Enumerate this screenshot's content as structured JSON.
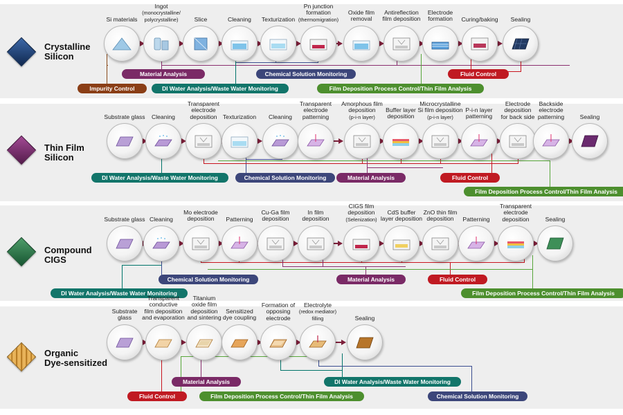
{
  "rows": [
    {
      "id": "crystalline",
      "title": "Crystalline\nSilicon",
      "diamond_color": "#1f3e6e",
      "stages": [
        {
          "label": "Si materials",
          "sub": "",
          "icon": "powder-pile-icon"
        },
        {
          "label": "Ingot",
          "sub": "(monocrystalline/\npolycrystalline)",
          "icon": "ingot-icon"
        },
        {
          "label": "Slice",
          "sub": "",
          "icon": "wafer-slice-icon"
        },
        {
          "label": "Cleaning",
          "sub": "",
          "icon": "cleaning-bath-icon"
        },
        {
          "label": "Texturization",
          "sub": "",
          "icon": "texturization-tank-icon"
        },
        {
          "label": "Pn junction\nformation",
          "sub": "(thermomigration)",
          "icon": "furnace-icon"
        },
        {
          "label": "Oxide film\nremoval",
          "sub": "",
          "icon": "etch-bath-icon"
        },
        {
          "label": "Antireflection\nfilm deposition",
          "sub": "",
          "icon": "deposition-chamber-icon"
        },
        {
          "label": "Electrode\nformation",
          "sub": "",
          "icon": "electrode-print-icon"
        },
        {
          "label": "Curing/baking",
          "sub": "",
          "icon": "oven-icon"
        },
        {
          "label": "Sealing",
          "sub": "",
          "icon": "solar-cell-icon"
        }
      ],
      "tags": [
        {
          "label": "Material Analysis",
          "color": "#7a2a66"
        },
        {
          "label": "Chemical Solution Monitoring",
          "color": "#3c467a"
        },
        {
          "label": "Fluid Control",
          "color": "#c01a22"
        },
        {
          "label": "Impurity Control",
          "color": "#8a3e16"
        },
        {
          "label": "DI Water Analysis/Waste Water Monitoring",
          "color": "#12756a"
        },
        {
          "label": "Film Deposition Process Control/Thin Film Analysis",
          "color": "#4d8f2e"
        }
      ]
    },
    {
      "id": "thinfilm",
      "title": "Thin Film\nSilicon",
      "diamond_color": "#7b2a6e",
      "stages": [
        {
          "label": "Substrate glass",
          "sub": "",
          "icon": "glass-substrate-icon"
        },
        {
          "label": "Cleaning",
          "sub": "",
          "icon": "cleaning-spray-icon"
        },
        {
          "label": "Transparent\nelectrode\ndeposition",
          "sub": "",
          "icon": "deposition-chamber-icon"
        },
        {
          "label": "Texturization",
          "sub": "",
          "icon": "texturization-tank-icon"
        },
        {
          "label": "Cleaning",
          "sub": "",
          "icon": "cleaning-spray-icon"
        },
        {
          "label": "Transparent\nelectrode\npatterning",
          "sub": "",
          "icon": "laser-patterning-icon"
        },
        {
          "label": "Amorphous film\ndeposition",
          "sub": "(p-i-n layer)",
          "icon": "deposition-chamber-icon"
        },
        {
          "label": "Buffer layer\ndeposition",
          "sub": "",
          "icon": "layer-stack-icon"
        },
        {
          "label": "Microcrystalline\nSi film deposition",
          "sub": "(p-i-n layer)",
          "icon": "deposition-chamber-icon"
        },
        {
          "label": "P-i-n layer\npatterning",
          "sub": "",
          "icon": "laser-patterning-icon"
        },
        {
          "label": "Electrode\ndeposition\nfor back side",
          "sub": "",
          "icon": "deposition-chamber-icon"
        },
        {
          "label": "Backside\nelectrode\npatterning",
          "sub": "",
          "icon": "laser-patterning-icon"
        },
        {
          "label": "Sealing",
          "sub": "",
          "icon": "thin-panel-icon"
        }
      ],
      "tags": [
        {
          "label": "DI Water Analysis/Waste Water Monitoring",
          "color": "#12756a"
        },
        {
          "label": "Chemical Solution Monitoring",
          "color": "#3c467a"
        },
        {
          "label": "Material Analysis",
          "color": "#7a2a66"
        },
        {
          "label": "Fluid Control",
          "color": "#c01a22"
        },
        {
          "label": "Film Deposition Process Control/Thin Film Analysis",
          "color": "#4d8f2e"
        }
      ]
    },
    {
      "id": "cigs",
      "title": "Compound\nCIGS",
      "diamond_color": "#2e7a4a",
      "stages": [
        {
          "label": "Substrate glass",
          "sub": "",
          "icon": "glass-substrate-icon"
        },
        {
          "label": "Cleaning",
          "sub": "",
          "icon": "cleaning-spray-icon"
        },
        {
          "label": "Mo electrode\ndeposition",
          "sub": "",
          "icon": "deposition-chamber-icon"
        },
        {
          "label": "Patterning",
          "sub": "",
          "icon": "laser-patterning-icon"
        },
        {
          "label": "Cu-Ga film\ndeposition",
          "sub": "",
          "icon": "deposition-chamber-icon"
        },
        {
          "label": "In film\ndeposition",
          "sub": "",
          "icon": "deposition-chamber-icon"
        },
        {
          "label": "CIGS film\ndeposition",
          "sub": "(Selenization)",
          "icon": "furnace-icon"
        },
        {
          "label": "CdS buffer\nlayer deposition",
          "sub": "",
          "icon": "bath-deposition-icon"
        },
        {
          "label": "ZnO thin film\ndeposition",
          "sub": "",
          "icon": "deposition-chamber-icon"
        },
        {
          "label": "Patterning",
          "sub": "",
          "icon": "laser-patterning-icon"
        },
        {
          "label": "Transparent\nelectrode\ndeposition",
          "sub": "",
          "icon": "layer-stack-icon"
        },
        {
          "label": "Sealing",
          "sub": "",
          "icon": "green-panel-icon"
        }
      ],
      "tags": [
        {
          "label": "Chemical Solution Monitoring",
          "color": "#3c467a"
        },
        {
          "label": "Material Analysis",
          "color": "#7a2a66"
        },
        {
          "label": "Fluid Control",
          "color": "#c01a22"
        },
        {
          "label": "DI Water Analysis/Waste Water Monitoring",
          "color": "#12756a"
        },
        {
          "label": "Film Deposition Process Control/Thin Film Analysis",
          "color": "#4d8f2e"
        }
      ]
    },
    {
      "id": "organic",
      "title": "Organic\nDye-sensitized",
      "diamond_color": "#c98a2a",
      "stages": [
        {
          "label": "Substrate\nglass",
          "sub": "",
          "icon": "glass-substrate-icon"
        },
        {
          "label": "Transparent\nconductive\nfilm deposition\nand evaporation",
          "sub": "",
          "icon": "coated-glass-icon"
        },
        {
          "label": "Titanium\noxide film\ndeposition\nand sintering",
          "sub": "",
          "icon": "oxide-film-icon"
        },
        {
          "label": "Sensitized\ndye coupling",
          "sub": "",
          "icon": "dye-film-icon"
        },
        {
          "label": "Formation of\nopposing\nelectrode",
          "sub": "",
          "icon": "electrode-film-icon"
        },
        {
          "label": "Electrolyte",
          "sub": "(redox mediator)\nfilling",
          "icon": "electrolyte-fill-icon"
        },
        {
          "label": "Sealing",
          "sub": "",
          "icon": "dye-panel-icon"
        }
      ],
      "tags": [
        {
          "label": "Material Analysis",
          "color": "#7a2a66"
        },
        {
          "label": "DI Water Analysis/Waste Water Monitoring",
          "color": "#12756a"
        },
        {
          "label": "Fluid Control",
          "color": "#c01a22"
        },
        {
          "label": "Film Deposition Process Control/Thin Film Analysis",
          "color": "#4d8f2e"
        },
        {
          "label": "Chemical Solution Monitoring",
          "color": "#3c467a"
        }
      ]
    }
  ]
}
